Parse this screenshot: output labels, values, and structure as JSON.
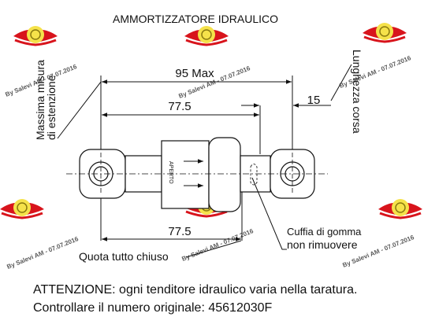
{
  "title": "AMMORTIZZATORE IDRAULICO",
  "left_label": {
    "line1": "Massima misura",
    "line2": "di estenzione"
  },
  "right_label": "Lunghezza corsa",
  "dimensions": {
    "max_length": "95 Max",
    "center_length_top": "77.5",
    "stroke": "15",
    "center_length_bottom": "77.5"
  },
  "body_text": "APERTO",
  "labels": {
    "closed_height": "Quota tutto chiuso",
    "boot_line1": "Cuffia di gomma",
    "boot_line2": "non rimuovere"
  },
  "watermark": "By Salevi AM - 07.07.2016",
  "footer": {
    "line1": "ATTENZIONE: ogni tenditore idraulico varia nella taratura.",
    "line2_prefix": "Controllare il numero originale:",
    "part_number": "45612030F"
  },
  "colors": {
    "logo_red": "#d8141c",
    "logo_yellow": "#f5e24a"
  }
}
